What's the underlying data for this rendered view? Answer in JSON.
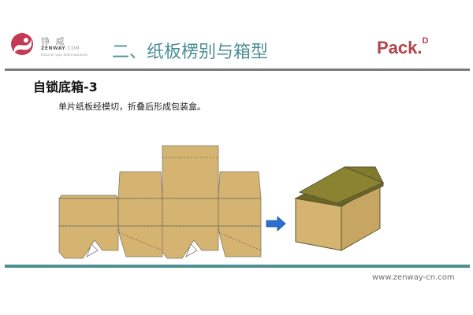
{
  "header": {
    "logo": {
      "cn": "铮 威",
      "en": "ZENWAY",
      "en_suffix": ".COM",
      "tagline": "focus on your entire business"
    },
    "title": "二、纸板楞别与箱型",
    "brand": {
      "text": "Pack.",
      "sup": "D"
    }
  },
  "content": {
    "subtitle": "自锁底箱-3",
    "description": "单片纸板经模切，折叠后形成包装盒。"
  },
  "figure": {
    "left": "die-cut-net",
    "arrow": "right-arrow",
    "right": "assembled-box",
    "colors": {
      "board": "#d5b471",
      "board_dark": "#c4a25c",
      "olive": "#7f7a2d",
      "olive_dark": "#6b6626",
      "arrow": "#2a6fd1"
    }
  },
  "footer": {
    "website": "www.zenway-cn.com"
  },
  "colors": {
    "title": "#4d8f93",
    "brand": "#b4444a",
    "rule_top": "#7a7a7a",
    "rule_bottom": "#4f8f90"
  }
}
